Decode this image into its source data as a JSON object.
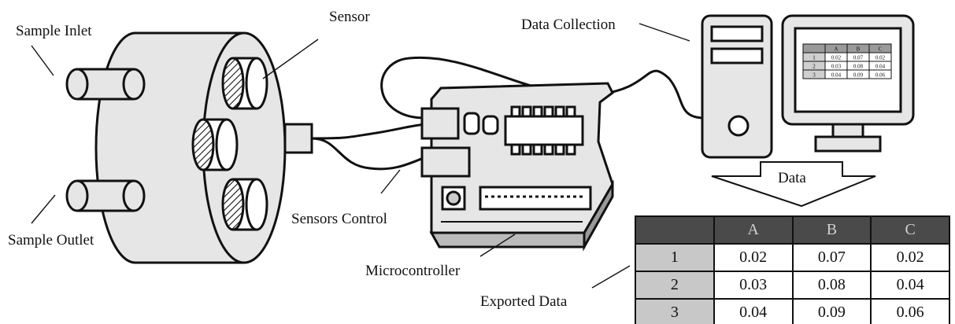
{
  "labels": {
    "sample_inlet": "Sample Inlet",
    "sample_outlet": "Sample Outlet",
    "sensor": "Sensor",
    "sensors_control": "Sensors Control",
    "microcontroller": "Microcontroller",
    "data_collection": "Data Collection",
    "data": "Data",
    "exported_data": "Exported Data"
  },
  "table": {
    "headers": [
      "",
      "A",
      "B",
      "C"
    ],
    "rows": [
      [
        "1",
        "0.02",
        "0.07",
        "0.02"
      ],
      [
        "2",
        "0.03",
        "0.08",
        "0.04"
      ],
      [
        "3",
        "0.04",
        "0.09",
        "0.06"
      ]
    ]
  },
  "colors": {
    "line": "#111111",
    "fill_light": "#e6e6e6",
    "fill_header": "#4a4a4a",
    "fill_rowhead": "#c8c8c8"
  }
}
